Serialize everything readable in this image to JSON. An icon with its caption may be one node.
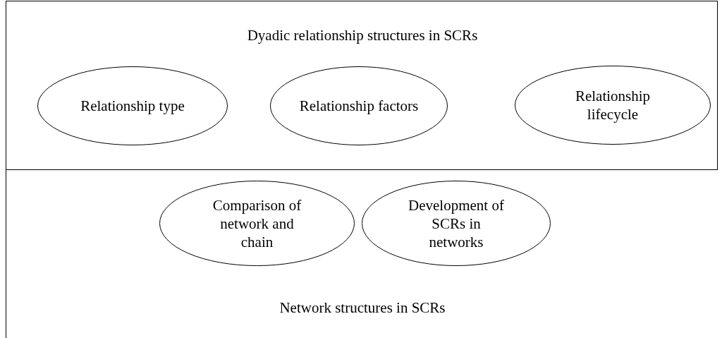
{
  "diagram": {
    "nodes": [
      {
        "text": [
          "Dyadic relationship structures in SCRs"
        ]
      },
      {
        "text": [
          "Relationship type"
        ],
        "in": 0
      },
      {
        "text": [
          "Relationship factors"
        ],
        "in": 0
      },
      {
        "text": [
          "Relationship lifecycle"
        ],
        "in": 0
      },
      {
        "text": [
          "Network structures in SCRs"
        ]
      },
      {
        "text": [
          "Comparison of network and chain"
        ],
        "in": 4
      },
      {
        "text": [
          "Development of SCRs in networks"
        ],
        "in": 4
      }
    ]
  }
}
